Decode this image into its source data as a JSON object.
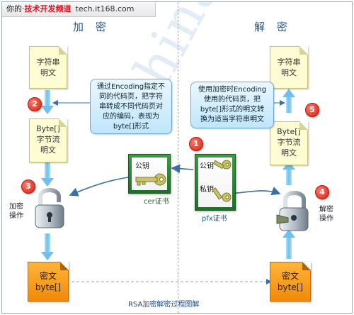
{
  "header": {
    "part1": "你的·",
    "part2": "技术开发频道",
    "site": "tech.it168.com"
  },
  "panels": {
    "encrypt_title": "加 密",
    "decrypt_title": "解 密"
  },
  "left": {
    "plain_doc": [
      "字符串",
      "明文"
    ],
    "byte_doc": [
      "Byte[]",
      "字节流",
      "明文"
    ],
    "cipher_doc": [
      "密文",
      "byte[]"
    ],
    "encrypt_label": [
      "加密",
      "操作"
    ]
  },
  "right": {
    "plain_doc": [
      "字符串",
      "明文"
    ],
    "byte_doc": [
      "Byte[]",
      "字节流",
      "明文"
    ],
    "cipher_doc": [
      "密文",
      "byte[]"
    ],
    "decrypt_label": [
      "解密",
      "操作"
    ]
  },
  "notes": {
    "left": [
      "通过Encoding指定不",
      "同的代码页，把字符",
      "串转成不同代码页对",
      "应的编码，表现为",
      "byte[]形式"
    ],
    "right": [
      "使用加密时Encoding",
      "使用的代码页，把",
      "byte[]形式的明文转",
      "换为适当字符串明文"
    ]
  },
  "badges": [
    "1",
    "2",
    "3",
    "4",
    "5"
  ],
  "certs": {
    "cer": {
      "key_label": "公钥",
      "caption": "cer证书"
    },
    "pfx": {
      "public_label": "公钥",
      "private_label": "私钥",
      "caption": "pfx证书"
    }
  },
  "watermark": "chinahtg",
  "footer_caption": "RSA加密解密过程图解",
  "colors": {
    "arrow": "#7ec8ef",
    "badge": "#d41f12",
    "cipher": "#f39a1a",
    "doc": "#fefcd2",
    "cert": "#2f8a38"
  }
}
